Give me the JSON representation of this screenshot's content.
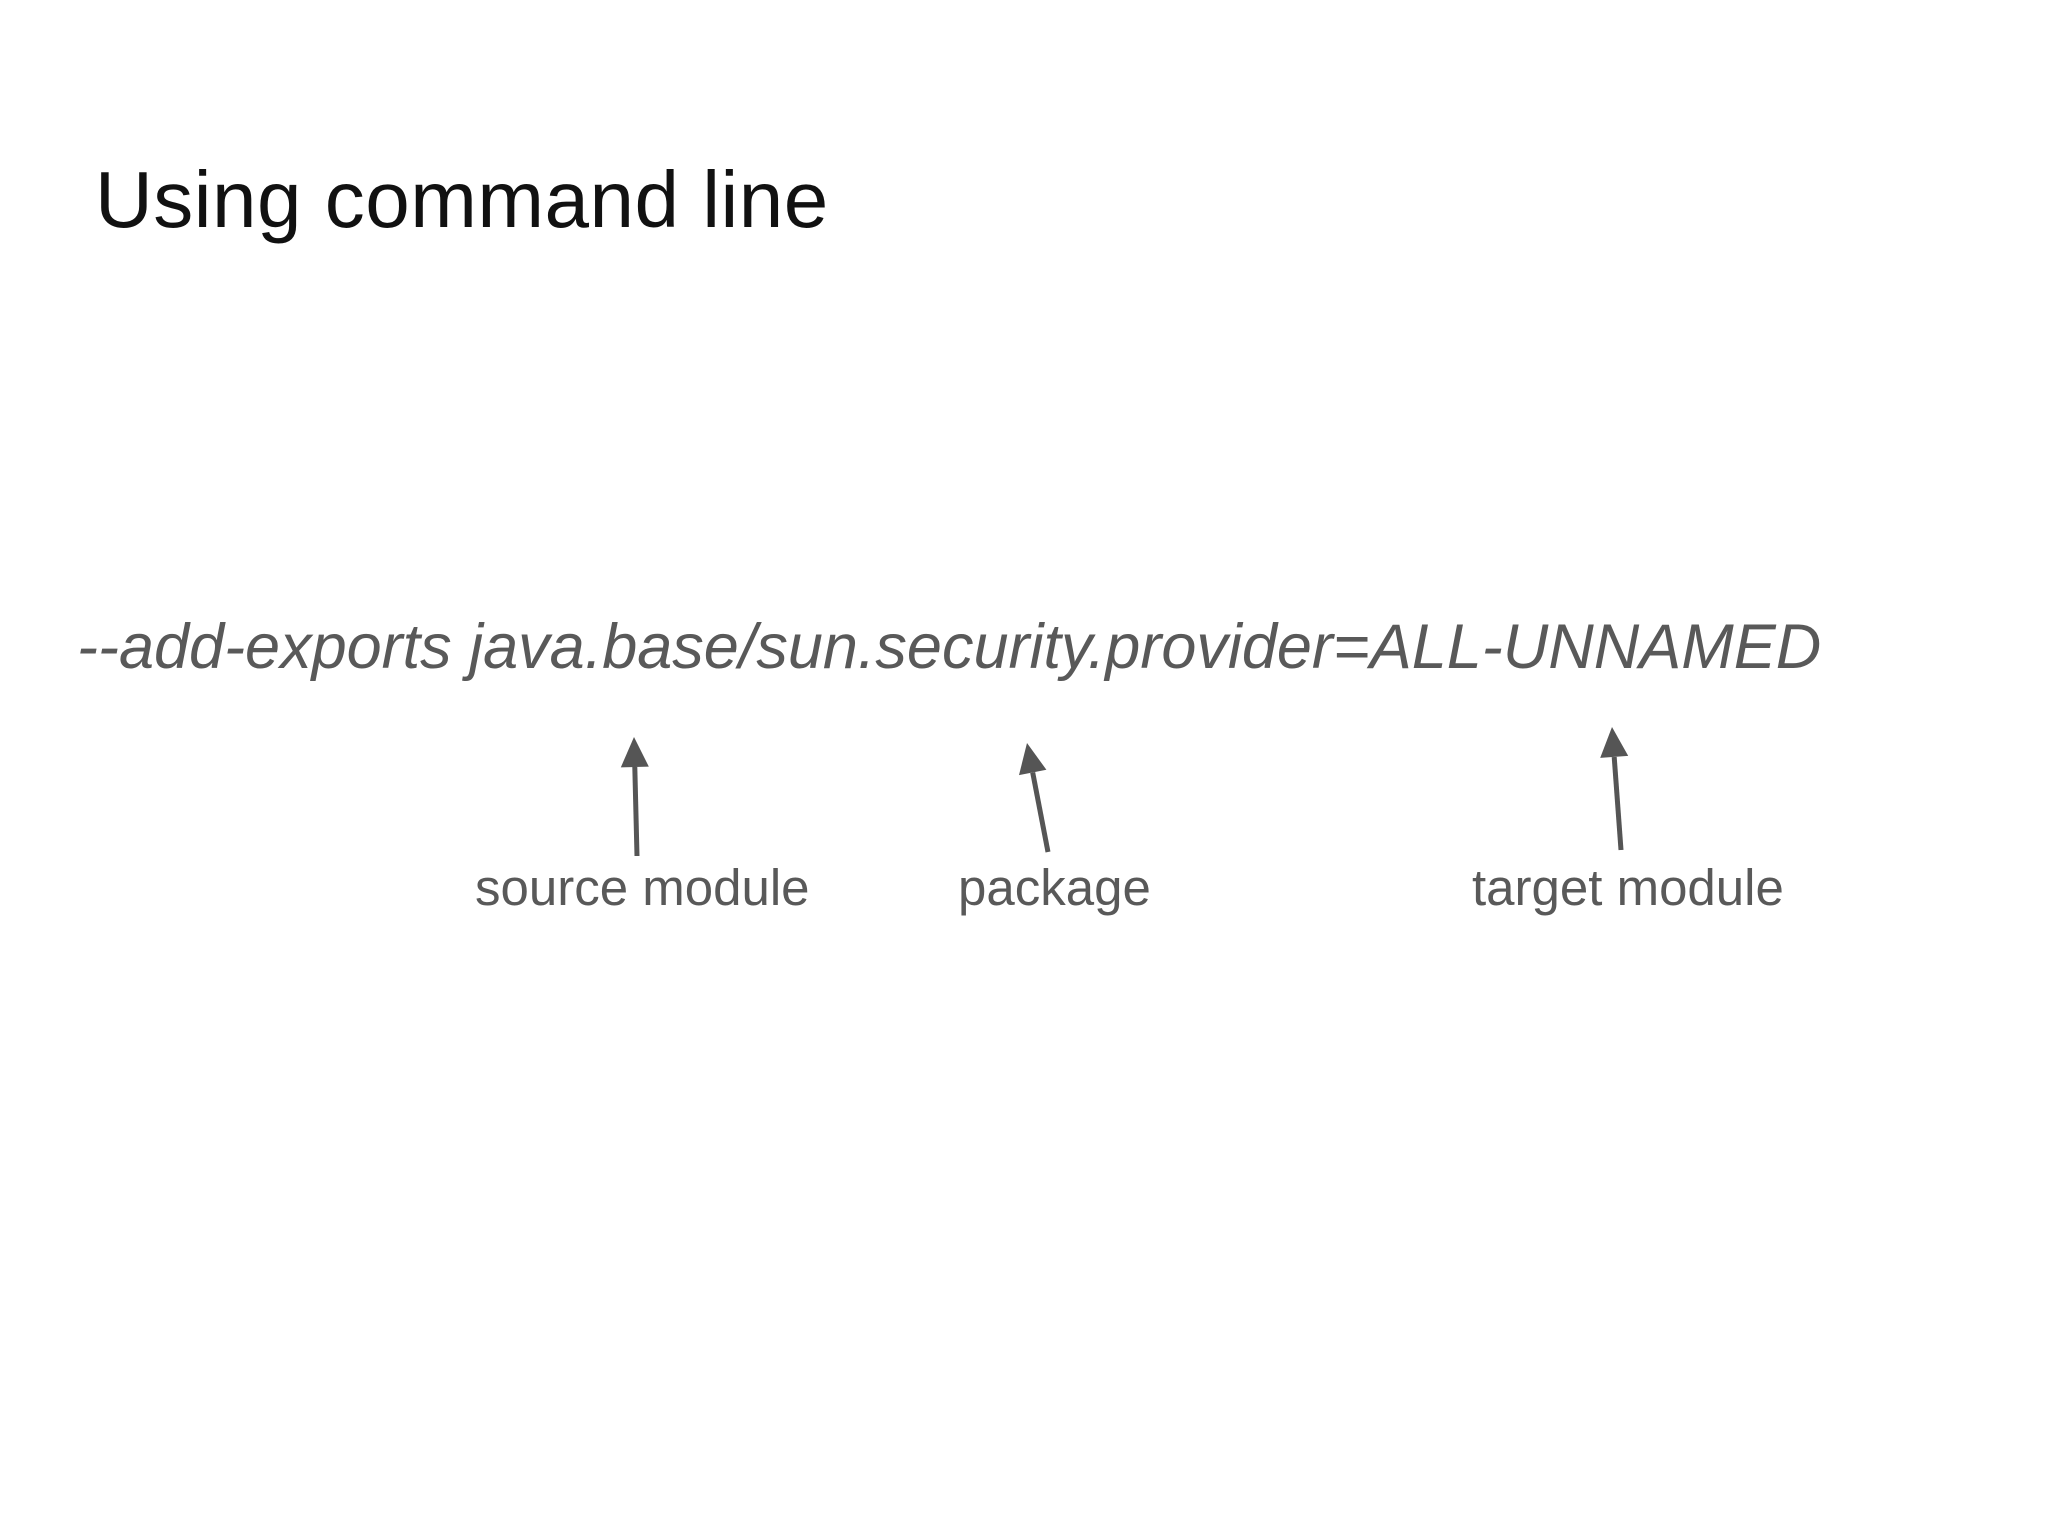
{
  "slide": {
    "title": "Using command line",
    "command": "--add-exports java.base/sun.security.provider=ALL-UNNAMED",
    "annotations": [
      {
        "label": "source module",
        "points_to": "java.base"
      },
      {
        "label": "package",
        "points_to": "sun.security.provider"
      },
      {
        "label": "target module",
        "points_to": "ALL-UNNAMED"
      }
    ],
    "colors": {
      "title": "#111111",
      "gray_text": "#595959",
      "arrow": "#555555",
      "background": "#ffffff"
    }
  }
}
